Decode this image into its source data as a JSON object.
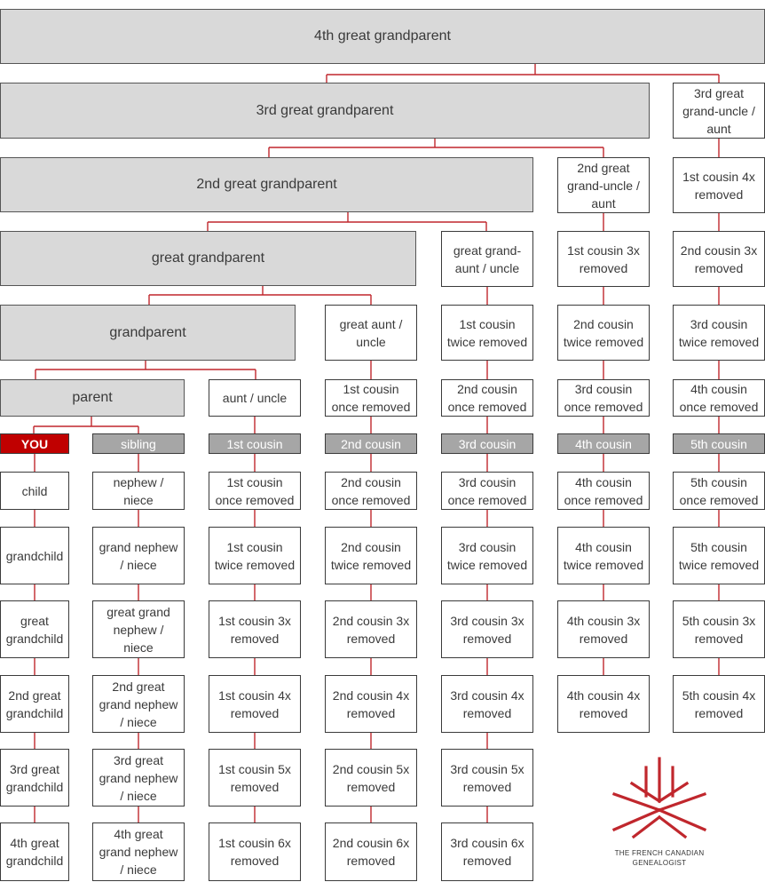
{
  "colors": {
    "line": "#c0272d",
    "you": "#c00000",
    "cousin_bar": "#a6a6a6",
    "ancestor_box": "#d9d9d9",
    "box_border": "#3b3b3b"
  },
  "ancestors": {
    "gen4": "4th great grandparent",
    "gen3": "3rd great grandparent",
    "gen2": "2nd great grandparent",
    "gen1": "great grandparent",
    "gen0": "grandparent",
    "parent": "parent"
  },
  "columns": [
    {
      "id": "you",
      "header": "YOU",
      "cells": [
        "child",
        "grandchild",
        "great\ngrandchild",
        "2nd great\ngrandchild",
        "3rd great\ngrandchild",
        "4th great\ngrandchild"
      ]
    },
    {
      "id": "sibling",
      "header": "sibling",
      "cells": [
        "nephew /\nniece",
        "grand nephew\n/ niece",
        "great grand\nnephew /\nniece",
        "2nd great\ngrand nephew\n/ niece",
        "3rd great\ngrand nephew\n/ niece",
        "4th great\ngrand nephew\n/ niece"
      ]
    },
    {
      "id": "c1",
      "above": [
        "aunt / uncle"
      ],
      "header": "1st cousin",
      "cells": [
        "1st cousin\nonce removed",
        "1st cousin\ntwice removed",
        "1st cousin 3x\nremoved",
        "1st cousin 4x\nremoved",
        "1st cousin 5x\nremoved",
        "1st cousin 6x\nremoved"
      ]
    },
    {
      "id": "c2",
      "above": [
        "great aunt /\nuncle",
        "1st cousin\nonce removed"
      ],
      "header": "2nd cousin",
      "cells": [
        "2nd cousin\nonce removed",
        "2nd cousin\ntwice removed",
        "2nd cousin 3x\nremoved",
        "2nd cousin 4x\nremoved",
        "2nd cousin 5x\nremoved",
        "2nd cousin 6x\nremoved"
      ]
    },
    {
      "id": "c3",
      "above": [
        "great grand-\naunt / uncle",
        "1st cousin\ntwice removed",
        "2nd cousin\nonce removed"
      ],
      "header": "3rd cousin",
      "cells": [
        "3rd cousin\nonce removed",
        "3rd cousin\ntwice removed",
        "3rd cousin 3x\nremoved",
        "3rd cousin 4x\nremoved",
        "3rd cousin 5x\nremoved",
        "3rd cousin 6x\nremoved"
      ]
    },
    {
      "id": "c4",
      "above": [
        "2nd great\ngrand-uncle /\naunt",
        "1st cousin 3x\nremoved",
        "2nd cousin\ntwice removed",
        "3rd cousin\nonce removed"
      ],
      "header": "4th cousin",
      "cells": [
        "4th cousin\nonce removed",
        "4th cousin\ntwice removed",
        "4th cousin 3x\nremoved",
        "4th cousin 4x\nremoved"
      ]
    },
    {
      "id": "c5",
      "above": [
        "3rd great\ngrand-uncle /\naunt",
        "1st cousin 4x\nremoved",
        "2nd cousin 3x\nremoved",
        "3rd cousin\ntwice removed",
        "4th cousin\nonce removed"
      ],
      "header": "5th cousin",
      "cells": [
        "5th cousin\nonce removed",
        "5th cousin\ntwice removed",
        "5th cousin 3x\nremoved",
        "5th cousin 4x\nremoved"
      ]
    }
  ],
  "logo": {
    "name": "maple-leaf-logo",
    "text": "THE FRENCH CANADIAN\nGENEALOGIST"
  }
}
